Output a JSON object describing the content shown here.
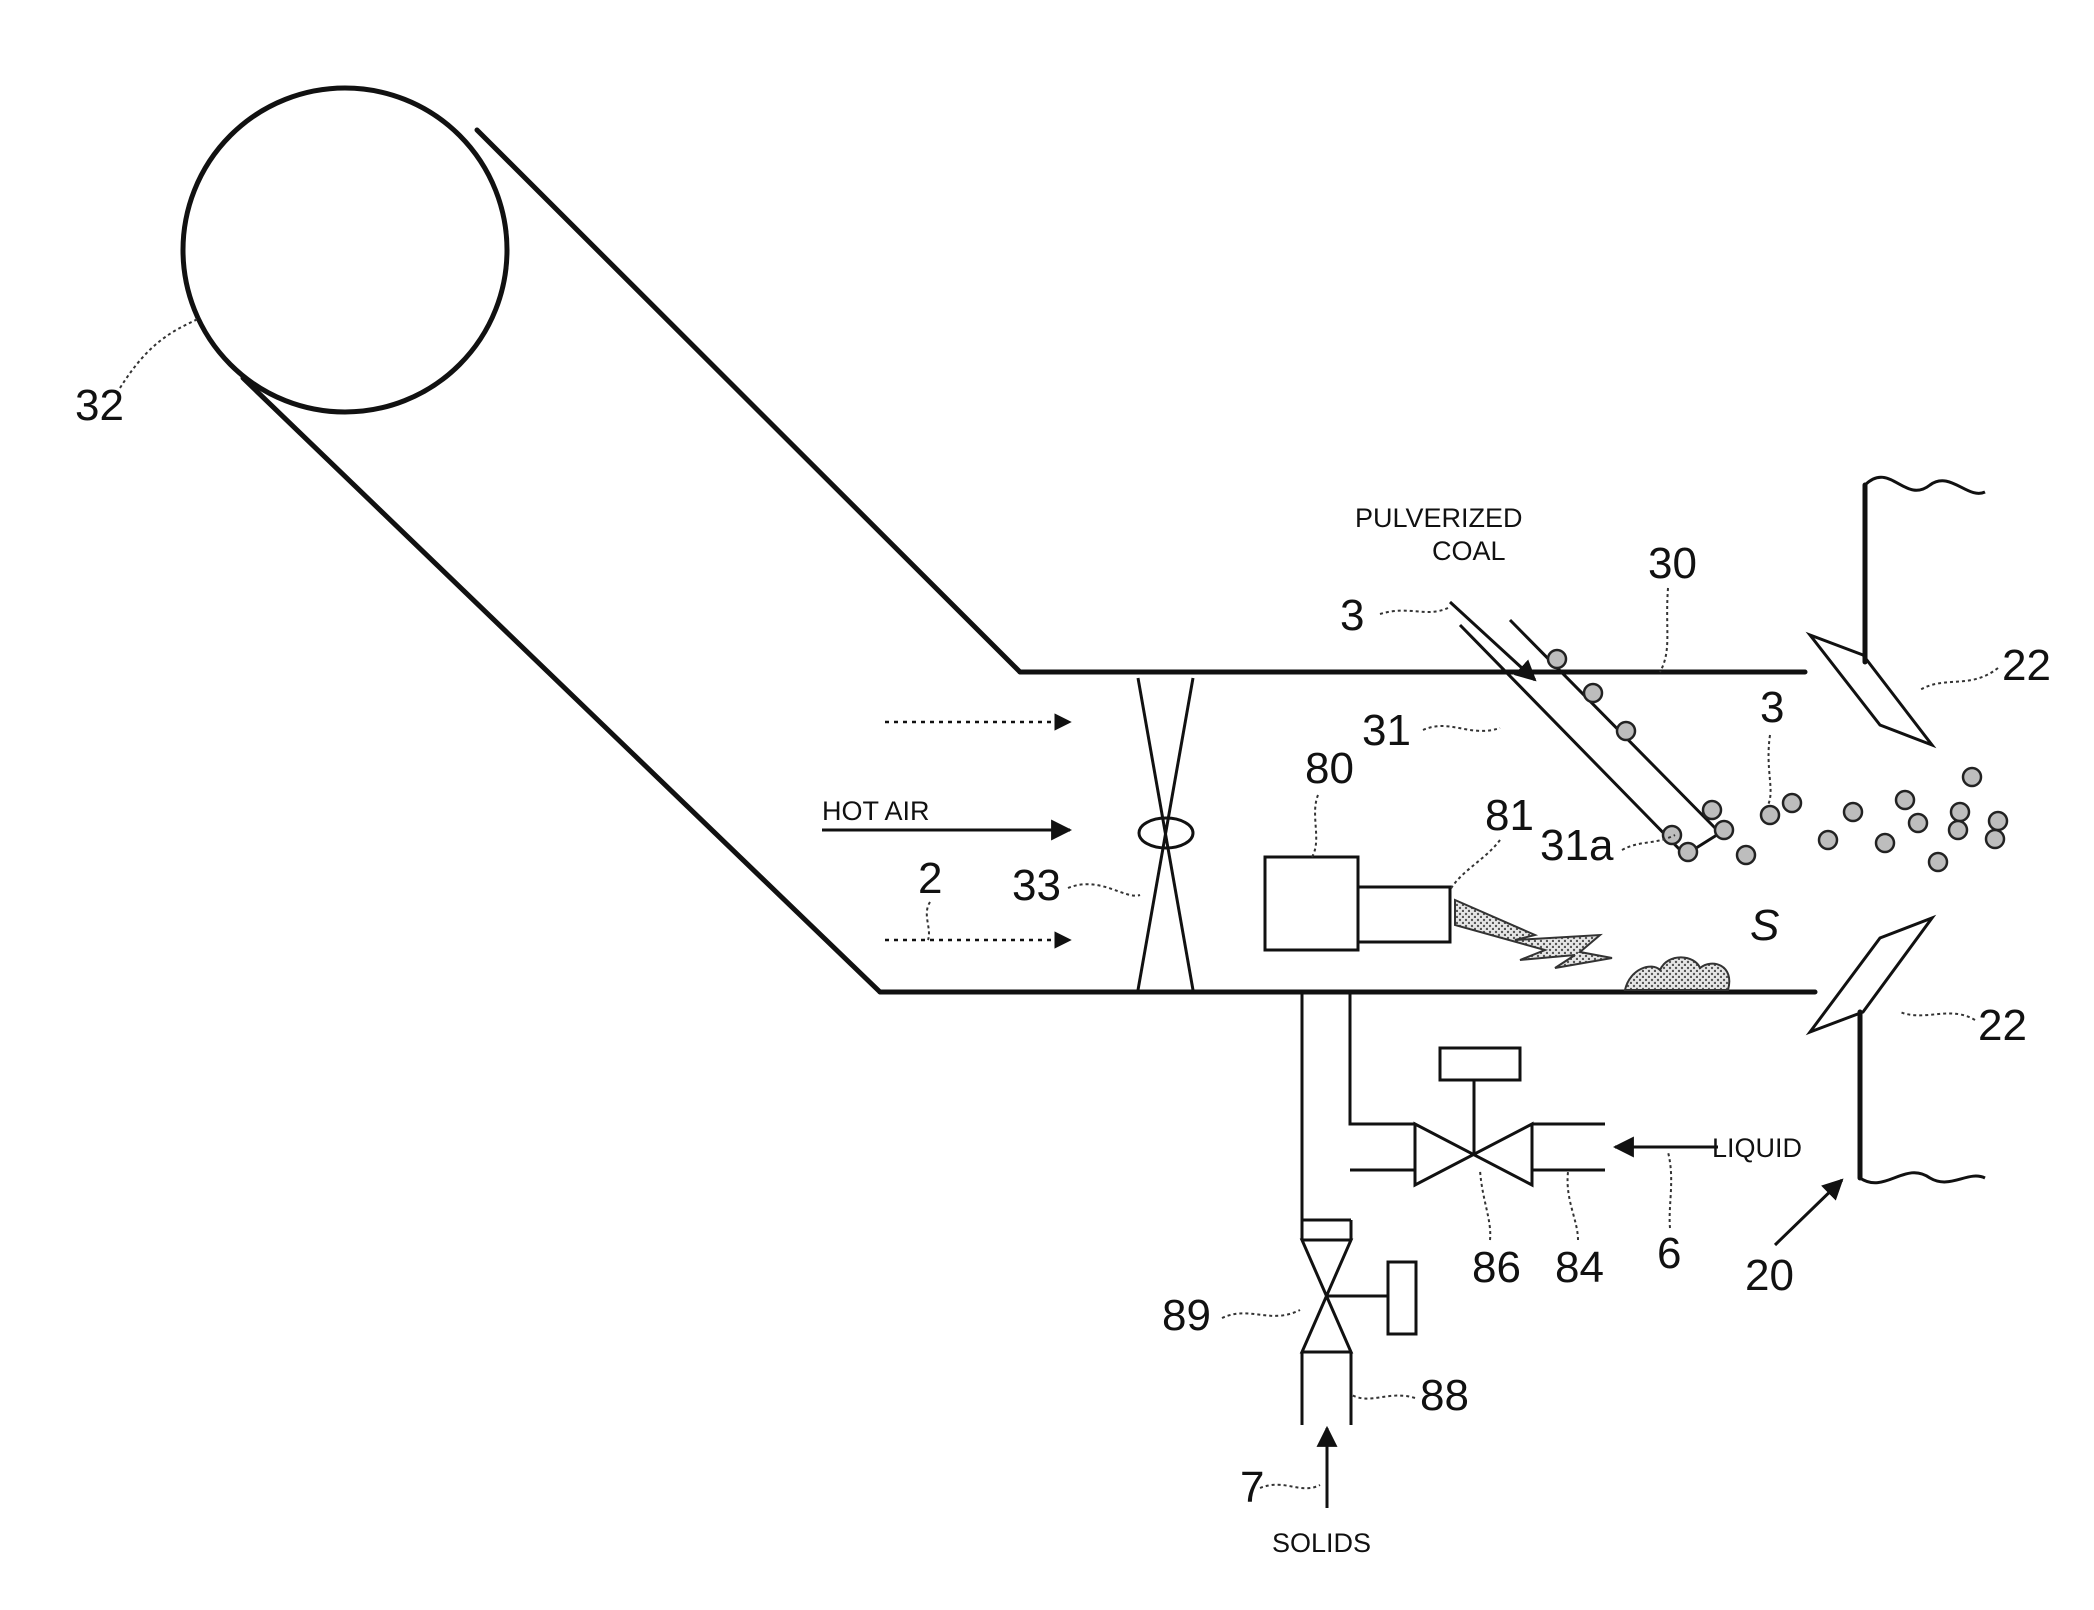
{
  "figure": {
    "captions": {
      "pulverized_coal_line1": "PULVERIZED",
      "pulverized_coal_line2": "COAL",
      "hot_air": "HOT AIR",
      "liquid": "LIQUID",
      "solids": "SOLIDS",
      "deposit": "S"
    },
    "reference_numerals": {
      "duct_elbow": "32",
      "burner_duct": "30",
      "coal_flow": "3",
      "coal_particles": "3",
      "coal_nozzle": "31",
      "nozzle_outlet": "31a",
      "damper": "33",
      "hot_air_flow": "2",
      "detector": "80",
      "spray_head": "81",
      "throat_upper": "22",
      "throat_lower": "22",
      "liquid_valve": "86",
      "liquid_pipe": "84",
      "liquid_flow": "6",
      "furnace": "20",
      "solids_valve": "89",
      "solids_pipe": "88",
      "solids_flow": "7"
    },
    "colors": {
      "line": "#111111",
      "particle_fill": "#bdbdbd",
      "spray_fill": "#c8c8c8"
    }
  }
}
